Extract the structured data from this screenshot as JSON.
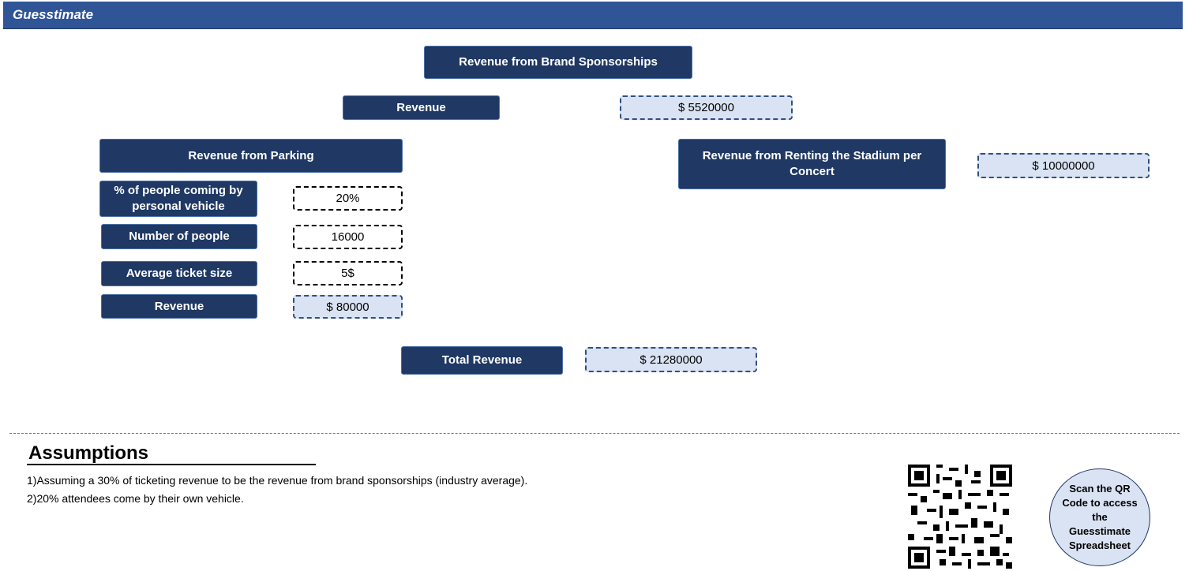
{
  "header": {
    "title": "Guesstimate"
  },
  "brand": {
    "title": "Revenue from Brand Sponsorships",
    "revenue_label": "Revenue",
    "revenue_value": "$ 5520000"
  },
  "parking": {
    "title": "Revenue from Parking",
    "rows": [
      {
        "label": "% of people coming by personal vehicle",
        "value": "20%"
      },
      {
        "label": "Number of people",
        "value": "16000"
      },
      {
        "label": "Average ticket size",
        "value": "5$"
      },
      {
        "label": "Revenue",
        "value": "$ 80000"
      }
    ]
  },
  "renting": {
    "title": "Revenue from Renting the Stadium per Concert",
    "value": "$ 10000000"
  },
  "total": {
    "label": "Total Revenue",
    "value": "$ 21280000"
  },
  "assumptions": {
    "title": "Assumptions",
    "items": [
      "1)Assuming a 30% of ticketing revenue to be the revenue from brand sponsorships (industry average).",
      "2)20% attendees come by their own vehicle."
    ]
  },
  "qr": {
    "icon": "qr-code-icon",
    "note": "Scan the QR Code to access the Guesstimate Spreadsheet"
  },
  "colors": {
    "header": "#2f5597",
    "box": "#1f3864",
    "calc_fill": "#dae3f3"
  }
}
